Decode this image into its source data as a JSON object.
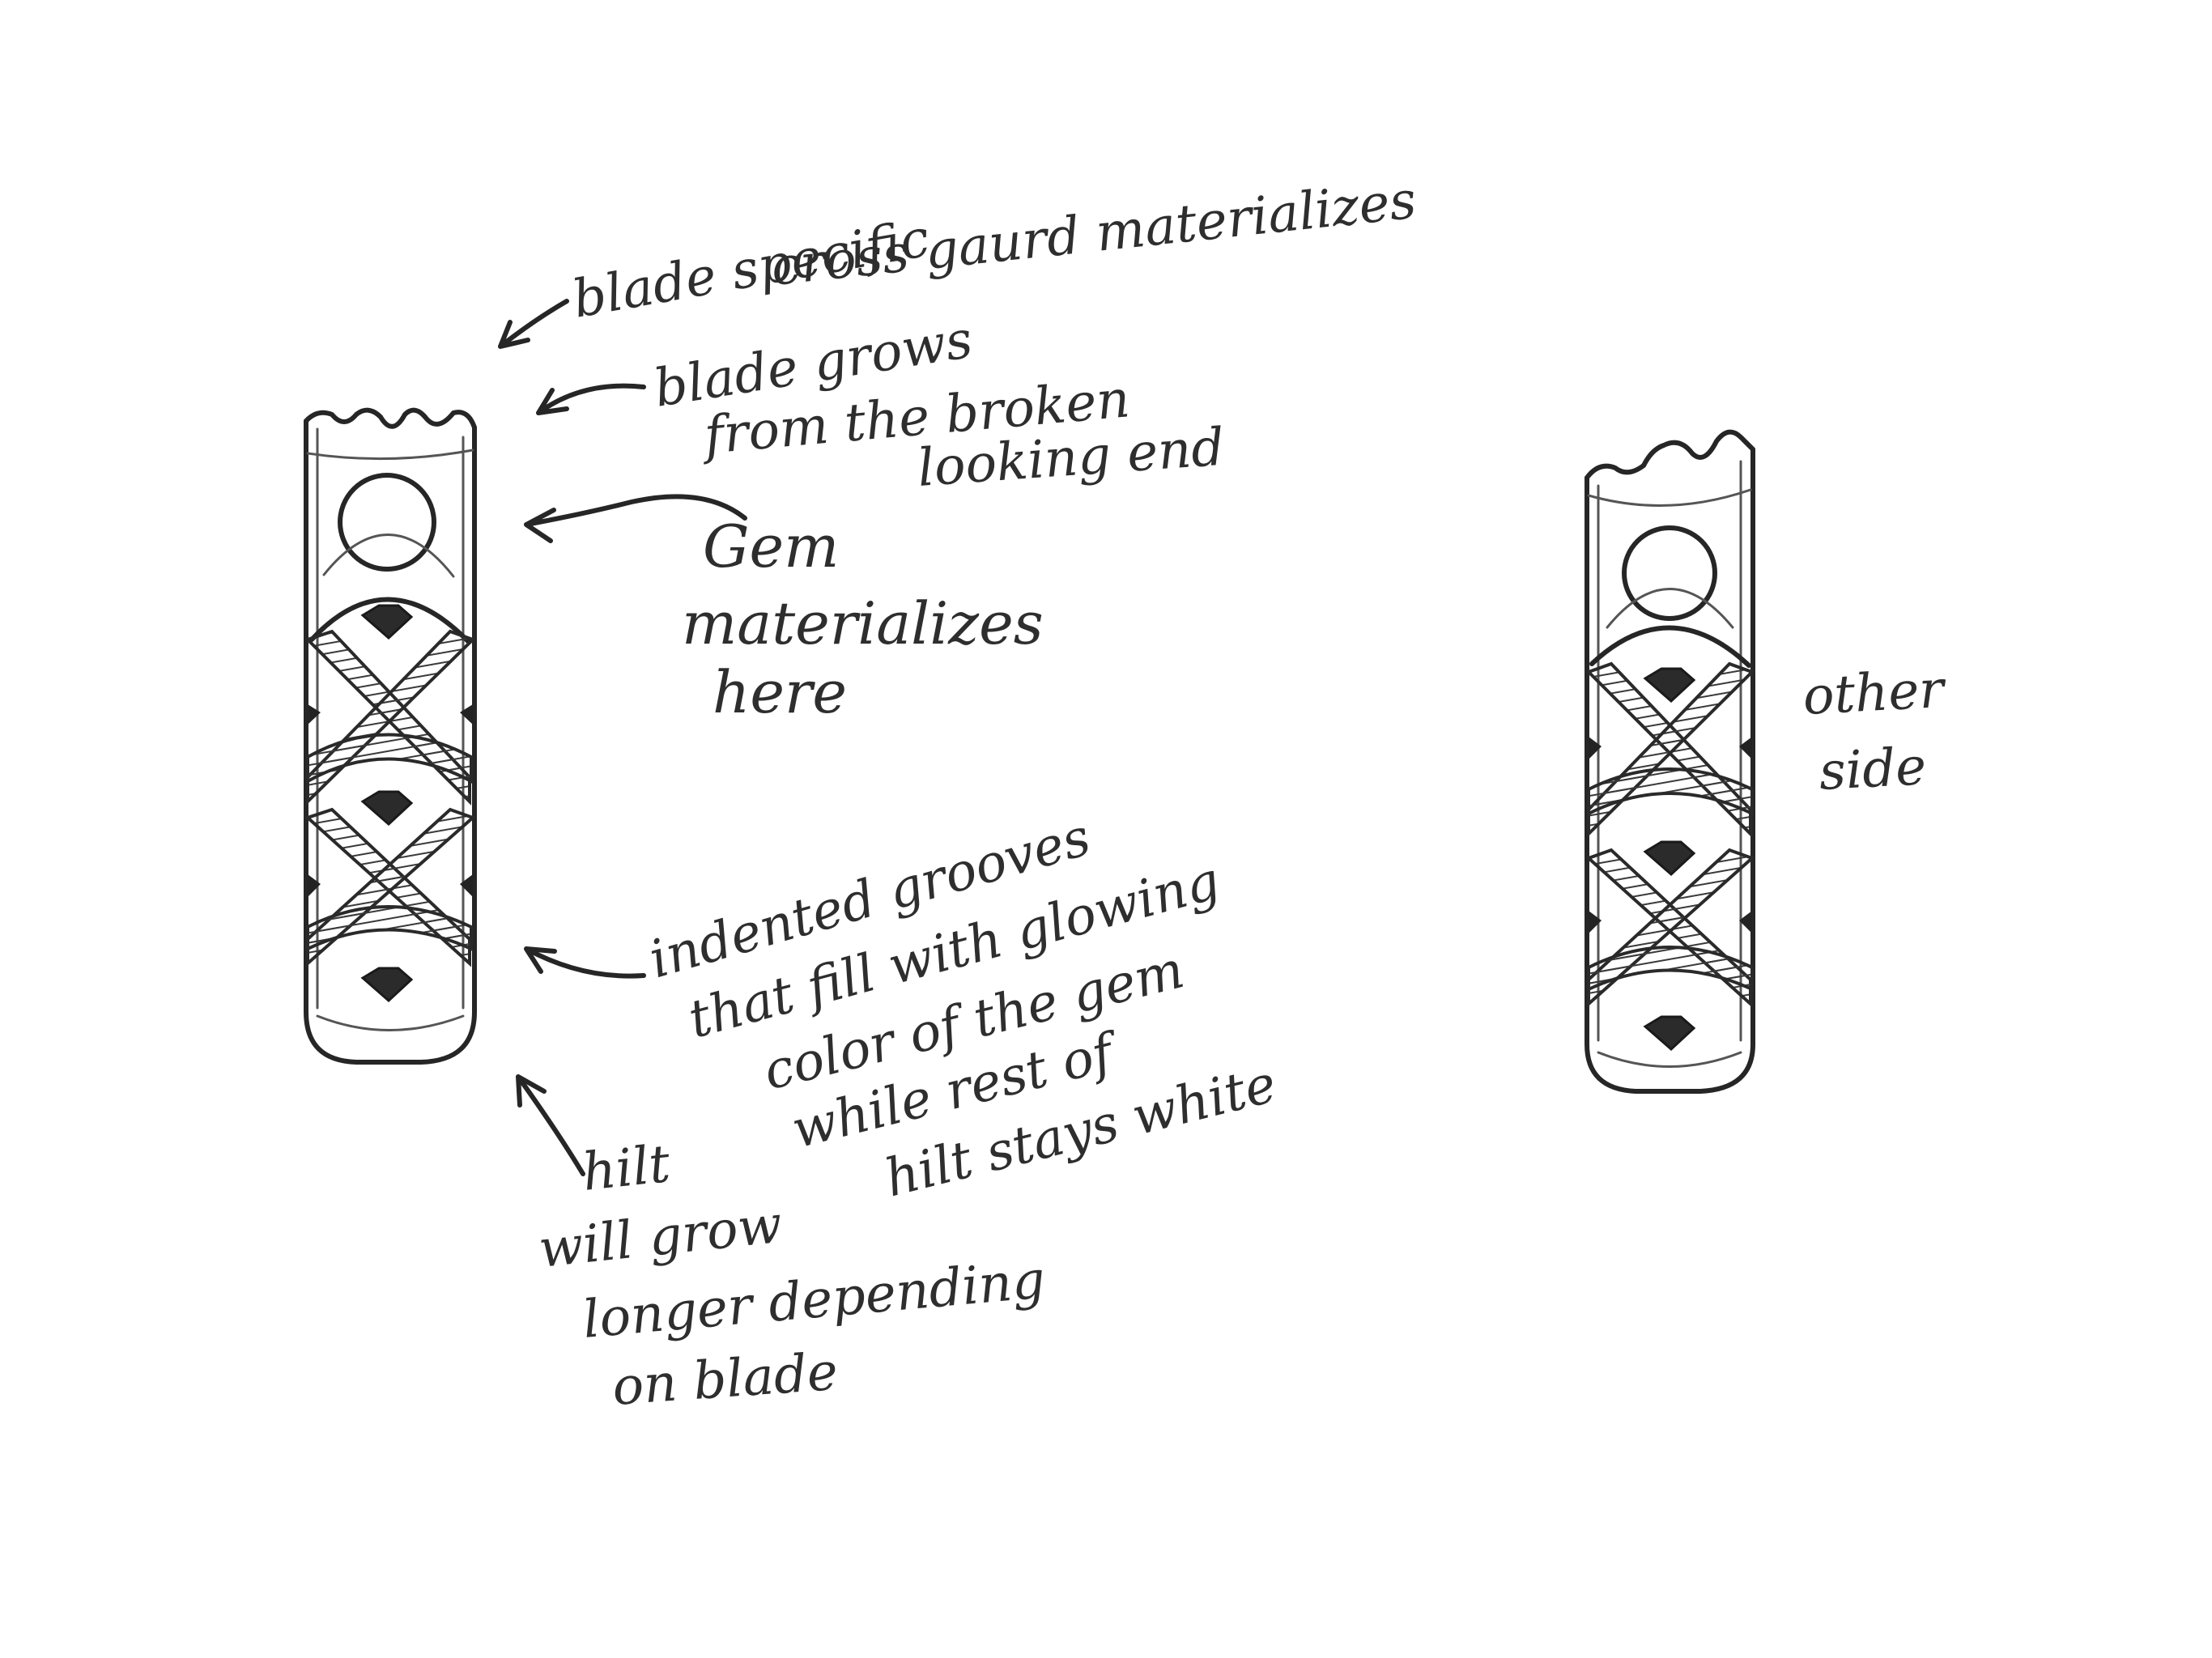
{
  "annotations": {
    "crossguard_line1": "blade specific",
    "crossguard_line2": "cross gaurd materializes",
    "blade_line1": "blade grows",
    "blade_line2": "from the broken",
    "blade_line3": "looking end",
    "gem_line1": "Gem",
    "gem_line2": "materializes",
    "gem_line3": "here",
    "grooves_line1": "indented grooves",
    "grooves_line2": "that fill with glowing",
    "grooves_line3": "color of the gem",
    "grooves_line4": "while rest of",
    "grooves_line5": "hilt stays white",
    "hilt_line1": "hilt",
    "hilt_line2": "will grow",
    "hilt_line3": "longer depending",
    "hilt_line4": "on blade",
    "other_side_line1": "other",
    "other_side_line2": "side"
  },
  "colors": {
    "paper": "#ffffff",
    "pencil": "#262626"
  }
}
